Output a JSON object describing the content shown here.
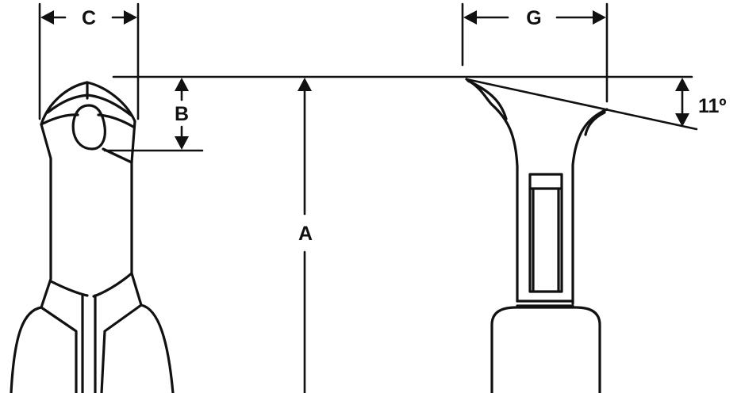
{
  "labels": {
    "c": "C",
    "b": "B",
    "a": "A",
    "g": "G",
    "angle": "11º"
  },
  "colors": {
    "line": "#111111",
    "background": "#ffffff"
  }
}
